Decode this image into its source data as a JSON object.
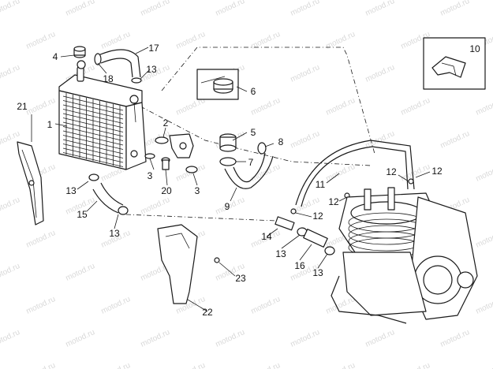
{
  "watermark_text": "motod.ru",
  "colors": {
    "line": "#1a1a1a",
    "watermark": "#d9d9d9",
    "shading": "#e9e9e9"
  },
  "callouts": [
    "1",
    "2",
    "3",
    "3",
    "4",
    "5",
    "6",
    "7",
    "8",
    "9",
    "10",
    "11",
    "12",
    "12",
    "12",
    "12",
    "13",
    "13",
    "13",
    "13",
    "13",
    "14",
    "15",
    "16",
    "17",
    "18",
    "20",
    "21",
    "22",
    "23"
  ]
}
